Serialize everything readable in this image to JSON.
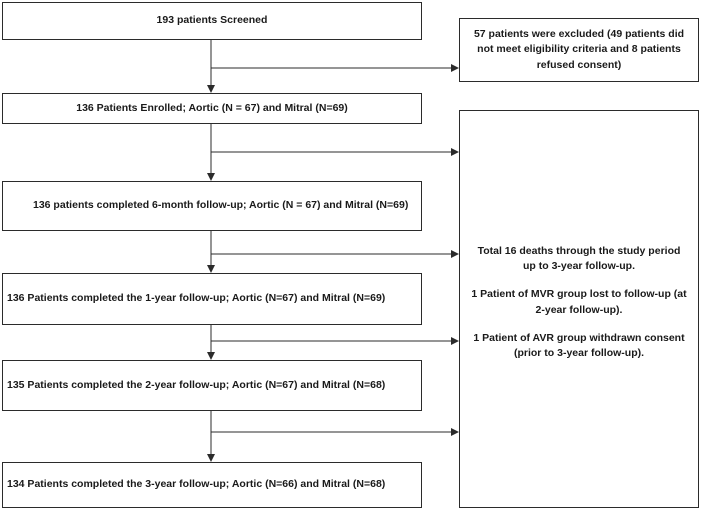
{
  "boxes": {
    "screened": "193  patients Screened",
    "excluded": "57 patients were excluded (49 patients did not meet eligibility criteria and 8 patients refused consent)",
    "enrolled": "136  Patients Enrolled; Aortic (N = 67)  and Mitral (N=69)",
    "six_month": "136  patients completed 6-month follow-up; Aortic (N = 67)  and Mitral (N=69)",
    "one_year": "136 Patients completed the 1-year follow-up; Aortic (N=67) and Mitral (N=69)",
    "two_year": "135  Patients completed the 2-year follow-up; Aortic (N=67) and Mitral (N=68)",
    "three_year": "134  Patients completed the 3-year follow-up; Aortic (N=66) and Mitral (N=68)"
  },
  "side_notes": {
    "deaths": "Total 16  deaths through the study period up to 3-year follow-up.",
    "mvr_lost": "1  Patient of MVR group lost to follow-up (at 2-year follow-up).",
    "avr_withdrawn": "1  Patient of AVR group withdrawn consent (prior to 3-year follow-up)."
  },
  "colors": {
    "line": "#2b2b2b",
    "box_border": "#2b2b2b",
    "text": "#1a1a1a"
  }
}
